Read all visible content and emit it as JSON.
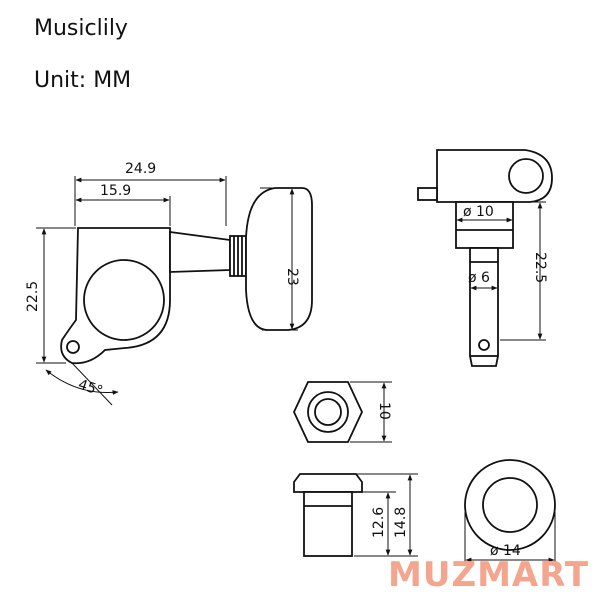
{
  "header": {
    "brand": "Musiclily",
    "unit": "Unit: MM"
  },
  "dimensions": {
    "width_overall": "24.9",
    "width_body": "15.9",
    "height_body": "22.5",
    "button_height": "23",
    "angle": "45°",
    "side_shaft_diameter": "ø 10",
    "side_post_diameter": "ø 6",
    "side_height": "22.5",
    "nut_width": "10",
    "bushing_inner": "12.6",
    "bushing_outer": "14.8",
    "washer_diameter": "ø 14"
  },
  "watermark": "MUZMART",
  "colors": {
    "line": "#111111",
    "watermark": "#f3a58e"
  }
}
